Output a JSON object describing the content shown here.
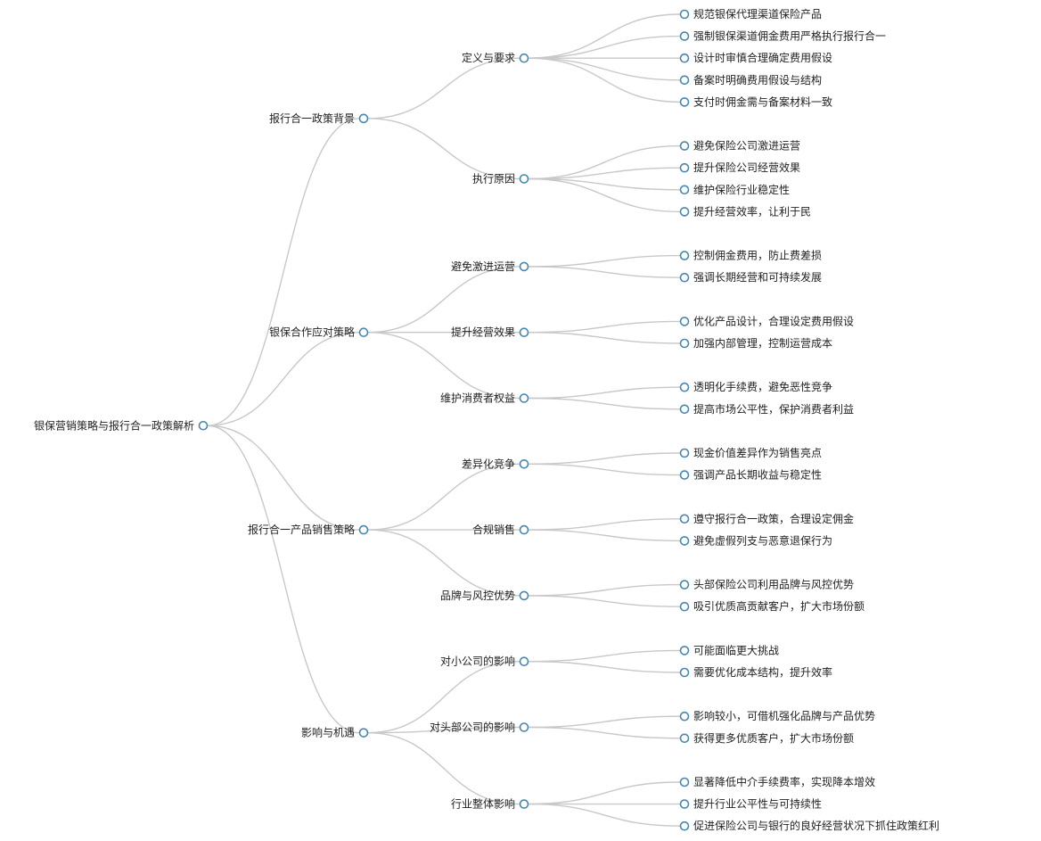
{
  "root": {
    "label": "银保营销策略与报行合一政策解析",
    "children": [
      {
        "label": "报行合一政策背景",
        "children": [
          {
            "label": "定义与要求",
            "children": [
              {
                "label": "规范银保代理渠道保险产品"
              },
              {
                "label": "强制银保渠道佣金费用严格执行报行合一"
              },
              {
                "label": "设计时审慎合理确定费用假设"
              },
              {
                "label": "备案时明确费用假设与结构"
              },
              {
                "label": "支付时佣金需与备案材料一致"
              }
            ]
          },
          {
            "label": "执行原因",
            "children": [
              {
                "label": "避免保险公司激进运营"
              },
              {
                "label": "提升保险公司经营效果"
              },
              {
                "label": "维护保险行业稳定性"
              },
              {
                "label": "提升经营效率，让利于民"
              }
            ]
          }
        ]
      },
      {
        "label": "银保合作应对策略",
        "children": [
          {
            "label": "避免激进运营",
            "children": [
              {
                "label": "控制佣金费用，防止费差损"
              },
              {
                "label": "强调长期经营和可持续发展"
              }
            ]
          },
          {
            "label": "提升经营效果",
            "children": [
              {
                "label": "优化产品设计，合理设定费用假设"
              },
              {
                "label": "加强内部管理，控制运营成本"
              }
            ]
          },
          {
            "label": "维护消费者权益",
            "children": [
              {
                "label": "透明化手续费，避免恶性竞争"
              },
              {
                "label": "提高市场公平性，保护消费者利益"
              }
            ]
          }
        ]
      },
      {
        "label": "报行合一产品销售策略",
        "children": [
          {
            "label": "差异化竞争",
            "children": [
              {
                "label": "现金价值差异作为销售亮点"
              },
              {
                "label": "强调产品长期收益与稳定性"
              }
            ]
          },
          {
            "label": "合规销售",
            "children": [
              {
                "label": "遵守报行合一政策，合理设定佣金"
              },
              {
                "label": "避免虚假列支与恶意退保行为"
              }
            ]
          },
          {
            "label": "品牌与风控优势",
            "children": [
              {
                "label": "头部保险公司利用品牌与风控优势"
              },
              {
                "label": "吸引优质高贡献客户，扩大市场份额"
              }
            ]
          }
        ]
      },
      {
        "label": "影响与机遇",
        "children": [
          {
            "label": "对小公司的影响",
            "children": [
              {
                "label": "可能面临更大挑战"
              },
              {
                "label": "需要优化成本结构，提升效率"
              }
            ]
          },
          {
            "label": "对头部公司的影响",
            "children": [
              {
                "label": "影响较小，可借机强化品牌与产品优势"
              },
              {
                "label": "获得更多优质客户，扩大市场份额"
              }
            ]
          },
          {
            "label": "行业整体影响",
            "children": [
              {
                "label": "显著降低中介手续费率，实现降本增效"
              },
              {
                "label": "提升行业公平性与可持续性"
              },
              {
                "label": "促进保险公司与银行的良好经营状况下抓住政策红利"
              }
            ]
          }
        ]
      }
    ]
  },
  "colors": {
    "link": "#c8c8c8",
    "node_stroke": "#4a86ad",
    "node_fill": "#ffffff",
    "text": "#222222"
  }
}
